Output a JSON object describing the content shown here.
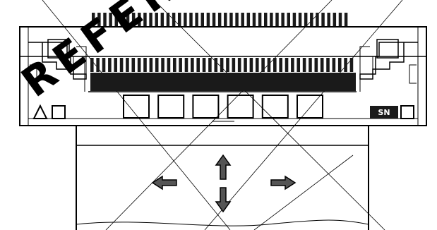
{
  "watermark": {
    "text": "REFERENCE"
  },
  "drawing": {
    "title": "",
    "connector": {
      "top_pin_count": 45,
      "bottom_pin_count": 45,
      "window_count": 6,
      "polarity_mark": "triangle",
      "marking_text": "SN"
    },
    "cable": {
      "arrows": [
        "up",
        "down",
        "left",
        "right"
      ]
    },
    "colors": {
      "line": "#000000",
      "background": "#ffffff",
      "fill": "#1a1a1a"
    }
  }
}
